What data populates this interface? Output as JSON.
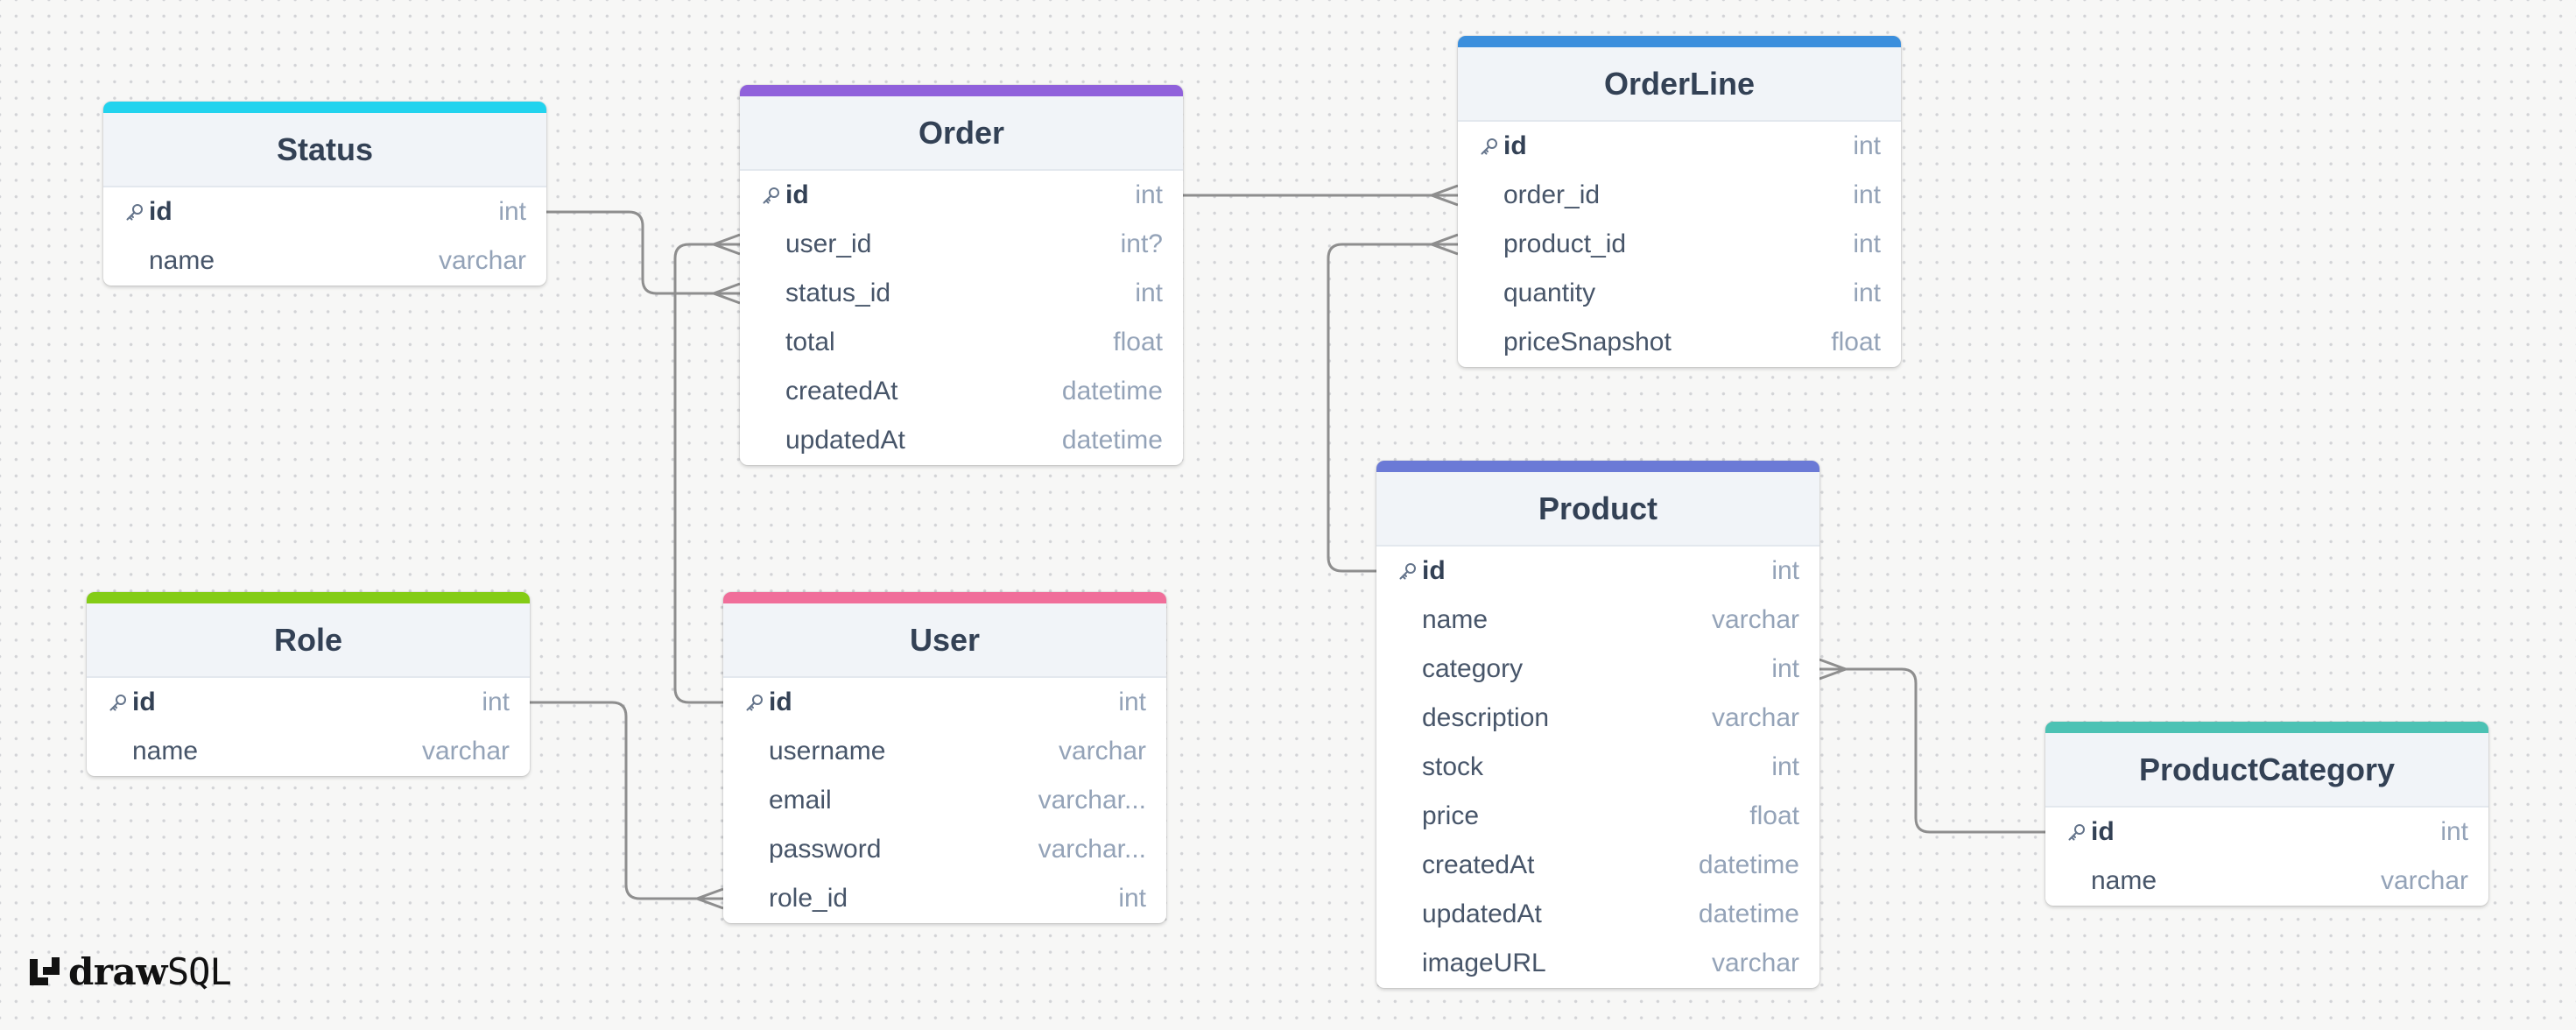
{
  "brand": {
    "name_part1": "draw",
    "name_part2": "SQL"
  },
  "tables": {
    "status": {
      "name": "Status",
      "accent": "#22d3ee",
      "columns": [
        {
          "name": "id",
          "type": "int",
          "pk": true
        },
        {
          "name": "name",
          "type": "varchar"
        }
      ]
    },
    "order": {
      "name": "Order",
      "accent": "#9061db",
      "columns": [
        {
          "name": "id",
          "type": "int",
          "pk": true
        },
        {
          "name": "user_id",
          "type": "int?"
        },
        {
          "name": "status_id",
          "type": "int"
        },
        {
          "name": "total",
          "type": "float"
        },
        {
          "name": "createdAt",
          "type": "datetime"
        },
        {
          "name": "updatedAt",
          "type": "datetime"
        }
      ]
    },
    "orderline": {
      "name": "OrderLine",
      "accent": "#3b8fdd",
      "columns": [
        {
          "name": "id",
          "type": "int",
          "pk": true
        },
        {
          "name": "order_id",
          "type": "int"
        },
        {
          "name": "product_id",
          "type": "int"
        },
        {
          "name": "quantity",
          "type": "int"
        },
        {
          "name": "priceSnapshot",
          "type": "float"
        }
      ]
    },
    "role": {
      "name": "Role",
      "accent": "#84cc16",
      "columns": [
        {
          "name": "id",
          "type": "int",
          "pk": true
        },
        {
          "name": "name",
          "type": "varchar"
        }
      ]
    },
    "user": {
      "name": "User",
      "accent": "#f06e9a",
      "columns": [
        {
          "name": "id",
          "type": "int",
          "pk": true
        },
        {
          "name": "username",
          "type": "varchar"
        },
        {
          "name": "email",
          "type": "varchar..."
        },
        {
          "name": "password",
          "type": "varchar..."
        },
        {
          "name": "role_id",
          "type": "int"
        }
      ]
    },
    "product": {
      "name": "Product",
      "accent": "#6b7ad6",
      "columns": [
        {
          "name": "id",
          "type": "int",
          "pk": true
        },
        {
          "name": "name",
          "type": "varchar"
        },
        {
          "name": "category",
          "type": "int"
        },
        {
          "name": "description",
          "type": "varchar"
        },
        {
          "name": "stock",
          "type": "int"
        },
        {
          "name": "price",
          "type": "float"
        },
        {
          "name": "createdAt",
          "type": "datetime"
        },
        {
          "name": "updatedAt",
          "type": "datetime"
        },
        {
          "name": "imageURL",
          "type": "varchar"
        }
      ]
    },
    "productcategory": {
      "name": "ProductCategory",
      "accent": "#4cc2b4",
      "columns": [
        {
          "name": "id",
          "type": "int",
          "pk": true
        },
        {
          "name": "name",
          "type": "varchar"
        }
      ]
    }
  },
  "relations": [
    {
      "from": "status.id",
      "to": "order.status_id",
      "cardinality": "one-to-many"
    },
    {
      "from": "user.id",
      "to": "order.user_id",
      "cardinality": "one-to-many"
    },
    {
      "from": "role.id",
      "to": "user.role_id",
      "cardinality": "one-to-many"
    },
    {
      "from": "order.id",
      "to": "orderline.order_id",
      "cardinality": "one-to-many"
    },
    {
      "from": "product.id",
      "to": "orderline.product_id",
      "cardinality": "one-to-many"
    },
    {
      "from": "productcategory.id",
      "to": "product.category",
      "cardinality": "one-to-many"
    }
  ]
}
